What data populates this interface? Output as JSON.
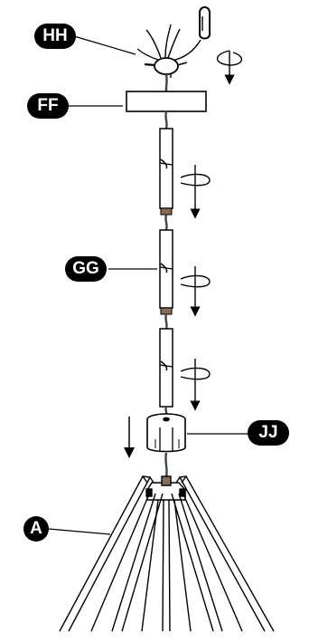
{
  "callouts": {
    "hh": "HH",
    "ff": "FF",
    "gg": "GG",
    "jj": "JJ",
    "a": "A"
  },
  "colors": {
    "ink": "#000000",
    "paper": "#ffffff",
    "cable": "#4a4a4a"
  }
}
